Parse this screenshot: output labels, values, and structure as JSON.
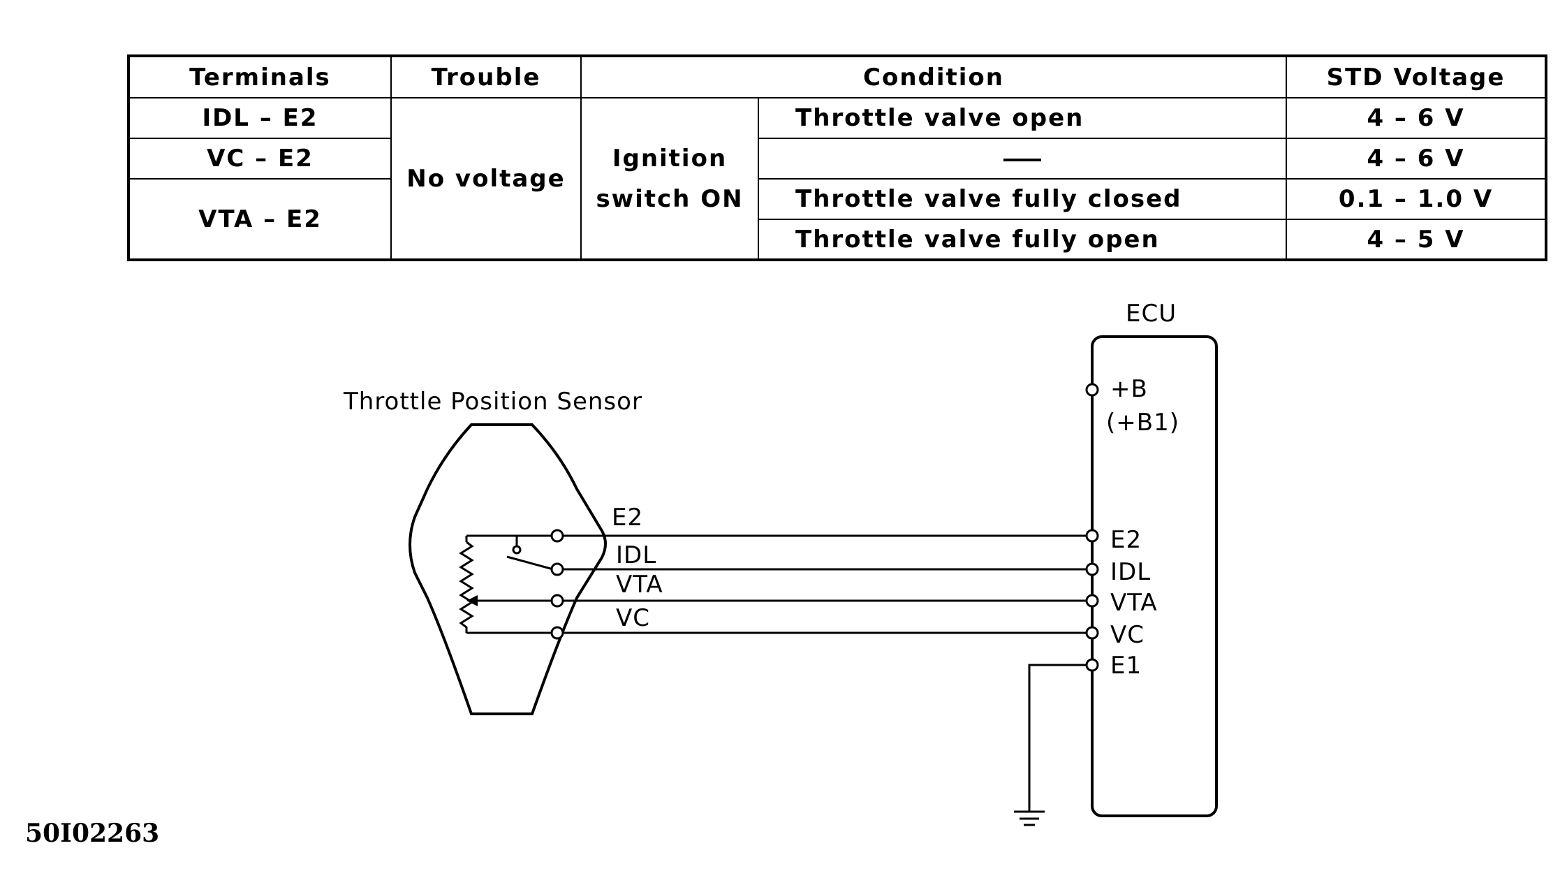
{
  "table": {
    "headers": {
      "terminals": "Terminals",
      "trouble": "Trouble",
      "condition": "Condition",
      "std_voltage": "STD Voltage"
    },
    "trouble_value": "No voltage",
    "condition_main_line1": "Ignition",
    "condition_main_line2": "switch ON",
    "terminals": [
      "IDL  – E2",
      "VC  – E2",
      "VTA  – E2"
    ],
    "rows": [
      {
        "condition": "Throttle valve open",
        "voltage": "4  – 6 V"
      },
      {
        "condition": "—",
        "voltage": "4  – 6 V"
      },
      {
        "condition": "Throttle valve fully closed",
        "voltage": "0.1  – 1.0 V"
      },
      {
        "condition": "Throttle valve fully open",
        "voltage": "4  – 5 V"
      }
    ]
  },
  "diagram": {
    "sensor_label": "Throttle Position Sensor",
    "ecu_label": "ECU",
    "wire_labels": [
      "E2",
      "IDL",
      "VTA",
      "VC"
    ],
    "ecu_terminals": [
      "+B",
      "(+B1)",
      "E2",
      "IDL",
      "VTA",
      "VC",
      "E1"
    ],
    "icons": [
      "potentiometer-symbol",
      "idle-switch-symbol",
      "ground-symbol"
    ]
  },
  "figure_id": "50I02263"
}
